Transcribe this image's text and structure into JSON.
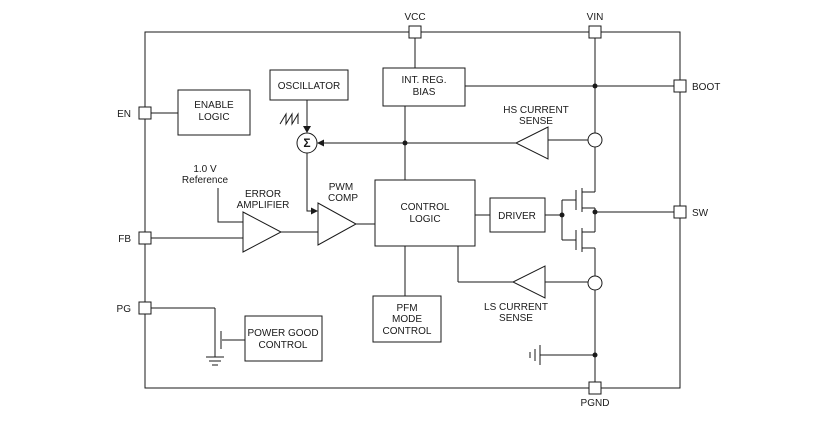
{
  "diagram": {
    "title": "switching-regulator-functional-block-diagram",
    "pins": {
      "vcc": "VCC",
      "vin": "VIN",
      "boot": "BOOT",
      "sw": "SW",
      "en": "EN",
      "fb": "FB",
      "pg": "PG",
      "pgnd": "PGND"
    },
    "blocks": {
      "enable_logic": {
        "line1": "ENABLE",
        "line2": "LOGIC"
      },
      "oscillator": {
        "label": "OSCILLATOR"
      },
      "int_reg_bias": {
        "line1": "INT. REG.",
        "line2": "BIAS"
      },
      "control_logic": {
        "line1": "CONTROL",
        "line2": "LOGIC"
      },
      "driver": {
        "label": "DRIVER"
      },
      "pfm_mode_control": {
        "line1": "PFM",
        "line2": "MODE",
        "line3": "CONTROL"
      },
      "power_good_control": {
        "line1": "POWER GOOD",
        "line2": "CONTROL"
      },
      "error_amplifier": {
        "line1": "ERROR",
        "line2": "AMPLIFIER"
      },
      "pwm_comp": {
        "line1": "PWM",
        "line2": "COMP"
      },
      "hs_current_sense": {
        "line1": "HS CURRENT",
        "line2": "SENSE"
      },
      "ls_current_sense": {
        "line1": "LS CURRENT",
        "line2": "SENSE"
      }
    },
    "annotations": {
      "reference_line1": "1.0 V",
      "reference_line2": "Reference",
      "sigma": "Σ"
    },
    "colors": {
      "line": "#1a1a1a",
      "background": "#ffffff"
    }
  }
}
